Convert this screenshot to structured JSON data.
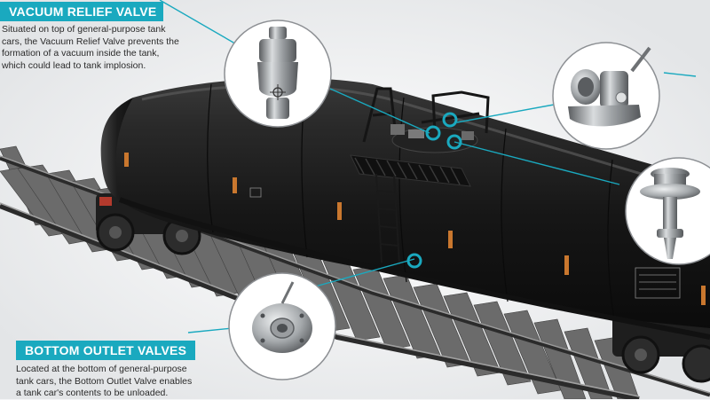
{
  "callouts": {
    "vacuum_relief": {
      "title": "VACUUM RELIEF VALVE",
      "description": "Situated on top of general-purpose tank cars, the Vacuum Relief Valve prevents the formation of a vacuum inside the tank, which could lead to tank implosion."
    },
    "bottom_outlet": {
      "title": "BOTTOM OUTLET VALVES",
      "description": "Located at the bottom of general-purpose tank cars, the Bottom Outlet Valve enables a tank car's contents to be unloaded."
    }
  },
  "colors": {
    "accent": "#1aa9bf",
    "tank": "#1c1c1c",
    "stripe": "#c9772e",
    "background": "#f4f5f6"
  },
  "icons": [
    "vacuum-relief-valve-icon",
    "angle-valve-icon",
    "pressure-relief-valve-icon",
    "bottom-outlet-valve-icon"
  ]
}
